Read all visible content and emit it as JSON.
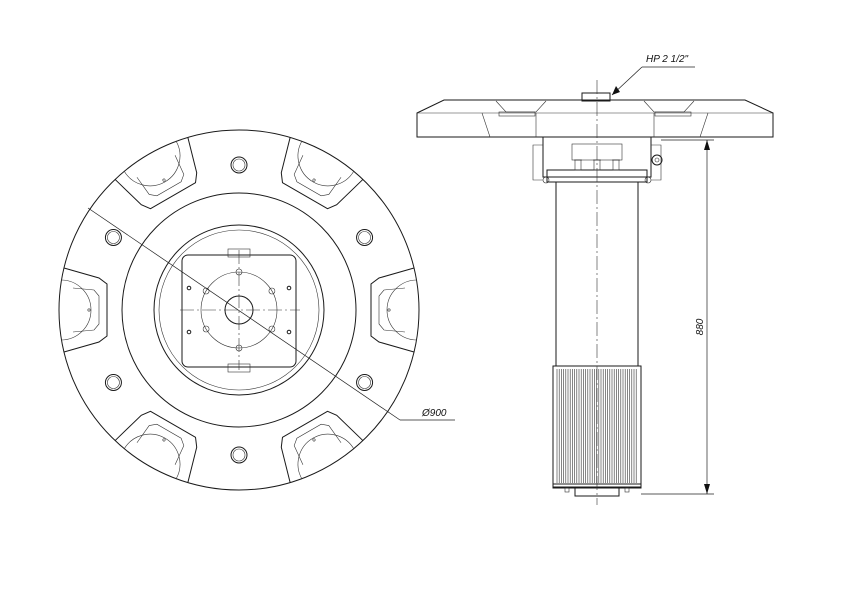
{
  "labels": {
    "diameter": "Ø900",
    "height": "880",
    "connection": "HP 2 1/2\""
  }
}
